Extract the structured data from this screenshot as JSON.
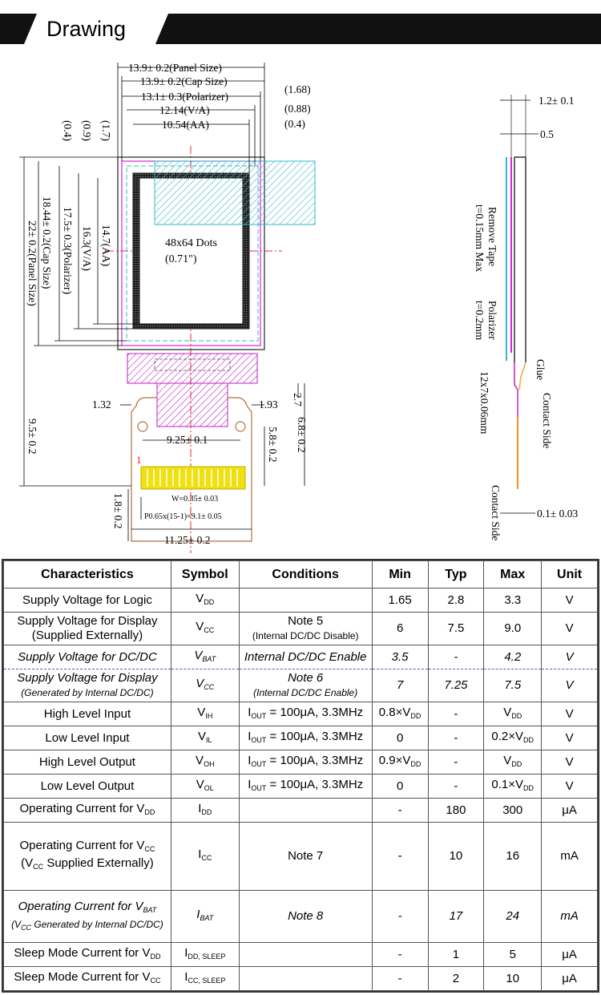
{
  "header": {
    "title": "Drawing"
  },
  "drawing": {
    "dims_top": [
      "13.9± 0.2(Panel Size)",
      "13.9± 0.2(Cap Size)",
      "13.1± 0.3(Polarizer)",
      "12.14(V/A)",
      "10.54(AA)",
      "(1.68)",
      "(0.88)",
      "(0.4)"
    ],
    "dims_left": [
      "22± 0.2(Panel Size)",
      "18.44± 0.2(Cap Size)",
      "17.5± 0.3(Polarizer)",
      "16.3(V/A)",
      "14.7(AA)",
      "(0.4)",
      "(0.9)",
      "(1.7)",
      "9.5± 0.2"
    ],
    "panel_label": [
      "48x64 Dots",
      "(0.71\")"
    ],
    "fpc_dims": [
      "1.32",
      "1.93",
      "9.25± 0.1",
      "2.7",
      "6.8± 0.2",
      "5.8± 0.2",
      "1",
      "W=0.35± 0.03",
      "P0.65x(15-1)=9.1± 0.05",
      "11.25± 0.2",
      "1.8± 0.2"
    ],
    "side_dims": [
      "1.2± 0.1",
      "0.5",
      "0.1± 0.03"
    ],
    "side_labels": [
      "Remove Tape",
      "t=0.15mm Max",
      "Polarizer",
      "t=0.2mm",
      "Glue",
      "12x7x0.06mm",
      "Contact Side",
      "Contact Side"
    ]
  },
  "table": {
    "headers": [
      "Characteristics",
      "Symbol",
      "Conditions",
      "Min",
      "Typ",
      "Max",
      "Unit"
    ],
    "rows": [
      {
        "ch": "Supply Voltage for Logic",
        "sym": "VDD",
        "cond": "",
        "min": "1.65",
        "typ": "2.8",
        "max": "3.3",
        "unit": "V"
      },
      {
        "ch1": "Supply Voltage for Display",
        "ch2": "(Supplied Externally)",
        "sym": "VCC",
        "cond1": "Note 5",
        "cond2": "(Internal DC/DC Disable)",
        "min": "6",
        "typ": "7.5",
        "max": "9.0",
        "unit": "V"
      },
      {
        "ch": "Supply Voltage for DC/DC",
        "sym": "VBAT",
        "cond": "Internal DC/DC Enable",
        "min": "3.5",
        "typ": "-",
        "max": "4.2",
        "unit": "V"
      },
      {
        "ch1": "Supply Voltage for Display",
        "ch2": "(Generated by Internal DC/DC)",
        "sym": "VCC",
        "cond1": "Note 6",
        "cond2": "(Internal DC/DC Enable)",
        "min": "7",
        "typ": "7.25",
        "max": "7.5",
        "unit": "V"
      },
      {
        "ch": "High Level Input",
        "sym": "VIH",
        "cond": "IOUT = 100μA, 3.3MHz",
        "min": "0.8×VDD",
        "typ": "-",
        "max": "VDD",
        "unit": "V"
      },
      {
        "ch": "Low Level Input",
        "sym": "VIL",
        "cond": "IOUT = 100μA, 3.3MHz",
        "min": "0",
        "typ": "-",
        "max": "0.2×VDD",
        "unit": "V"
      },
      {
        "ch": "High Level Output",
        "sym": "VOH",
        "cond": "IOUT = 100μA, 3.3MHz",
        "min": "0.9×VDD",
        "typ": "-",
        "max": "VDD",
        "unit": "V"
      },
      {
        "ch": "Low Level Output",
        "sym": "VOL",
        "cond": "IOUT = 100μA, 3.3MHz",
        "min": "0",
        "typ": "-",
        "max": "0.1×VDD",
        "unit": "V"
      },
      {
        "ch": "Operating Current for VDD",
        "sym": "IDD",
        "cond": "",
        "min": "-",
        "typ": "180",
        "max": "300",
        "unit": "μA"
      },
      {
        "ch1": "Operating Current for VCC",
        "ch2": "(VCC Supplied Externally)",
        "sym": "ICC",
        "cond": "Note 7",
        "min": "-",
        "typ": "10",
        "max": "16",
        "unit": "mA"
      },
      {
        "ch1": "Operating Current for VBAT",
        "ch2": "(VCC Generated by Internal DC/DC)",
        "sym": "IBAT",
        "cond": "Note 8",
        "min": "-",
        "typ": "17",
        "max": "24",
        "unit": "mA"
      },
      {
        "ch": "Sleep Mode Current for VDD",
        "sym": "IDD, SLEEP",
        "cond": "",
        "min": "-",
        "typ": "1",
        "max": "5",
        "unit": "μA"
      },
      {
        "ch": "Sleep Mode Current for VCC",
        "sym": "ICC, SLEEP",
        "cond": "",
        "min": "-",
        "typ": "2",
        "max": "10",
        "unit": "μA"
      }
    ]
  }
}
